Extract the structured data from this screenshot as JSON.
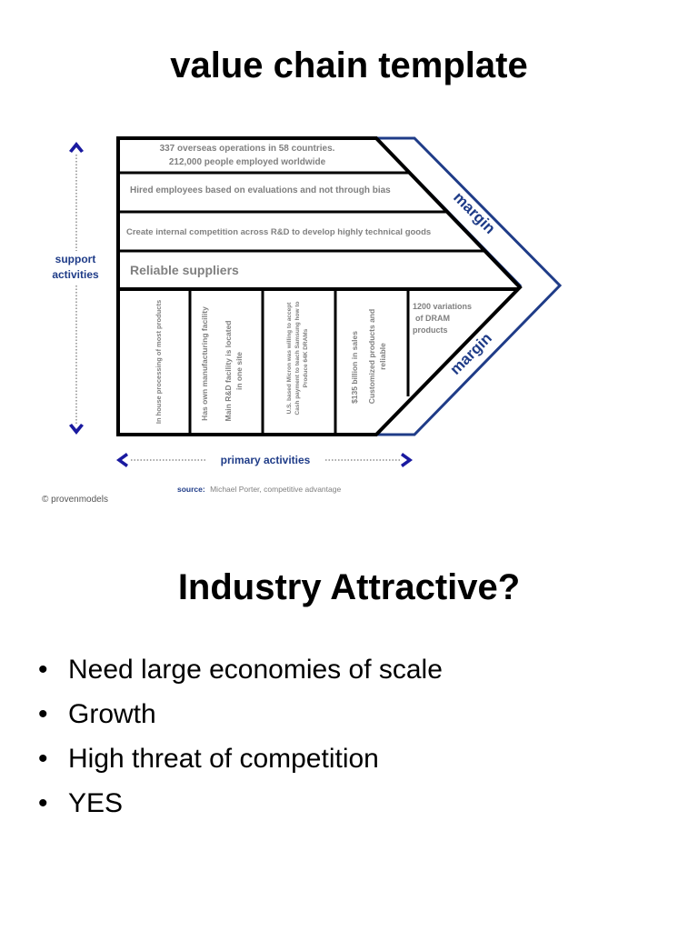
{
  "slide_title": "value chain template",
  "diagram": {
    "support_rows": [
      {
        "lines": [
          "337 overseas operations in 58 countries.",
          "212,000 people employed worldwide"
        ]
      },
      {
        "lines": [
          "Hired employees based on evaluations and not through bias"
        ]
      },
      {
        "lines": [
          "Create internal competition across R&D to develop highly technical goods"
        ]
      },
      {
        "lines": [
          "Reliable suppliers"
        ]
      }
    ],
    "primary_columns": [
      {
        "lines": [
          "In house processing of most products"
        ]
      },
      {
        "lines": [
          "Has own manufacturing facility",
          "Main R&D facility is located",
          "in one site"
        ]
      },
      {
        "lines": [
          "U.S. based Micron was willing to accept",
          "Cash payment to teach Samsung how to",
          "Produce 64K DRAMs"
        ]
      },
      {
        "lines": [
          "$135 billion in sales",
          "Customized products and",
          "reliable"
        ]
      }
    ],
    "margin_text": "1200 variations of DRAM products",
    "margin_label_top": "margin",
    "margin_label_bottom": "margin",
    "support_label_line1": "support",
    "support_label_line2": "activities",
    "primary_label": "primary activities",
    "source_label": "source:",
    "source_text": "Michael Porter, competitive advantage",
    "copyright": "© provenmodels",
    "colors": {
      "margin_blue": "#1f3c88",
      "arrow_blue": "#1a1aa0",
      "text_gray": "#808080"
    }
  },
  "section_title": "Industry Attractive?",
  "bullets": [
    "Need large economies of scale",
    "Growth",
    "High threat of competition",
    "YES"
  ]
}
